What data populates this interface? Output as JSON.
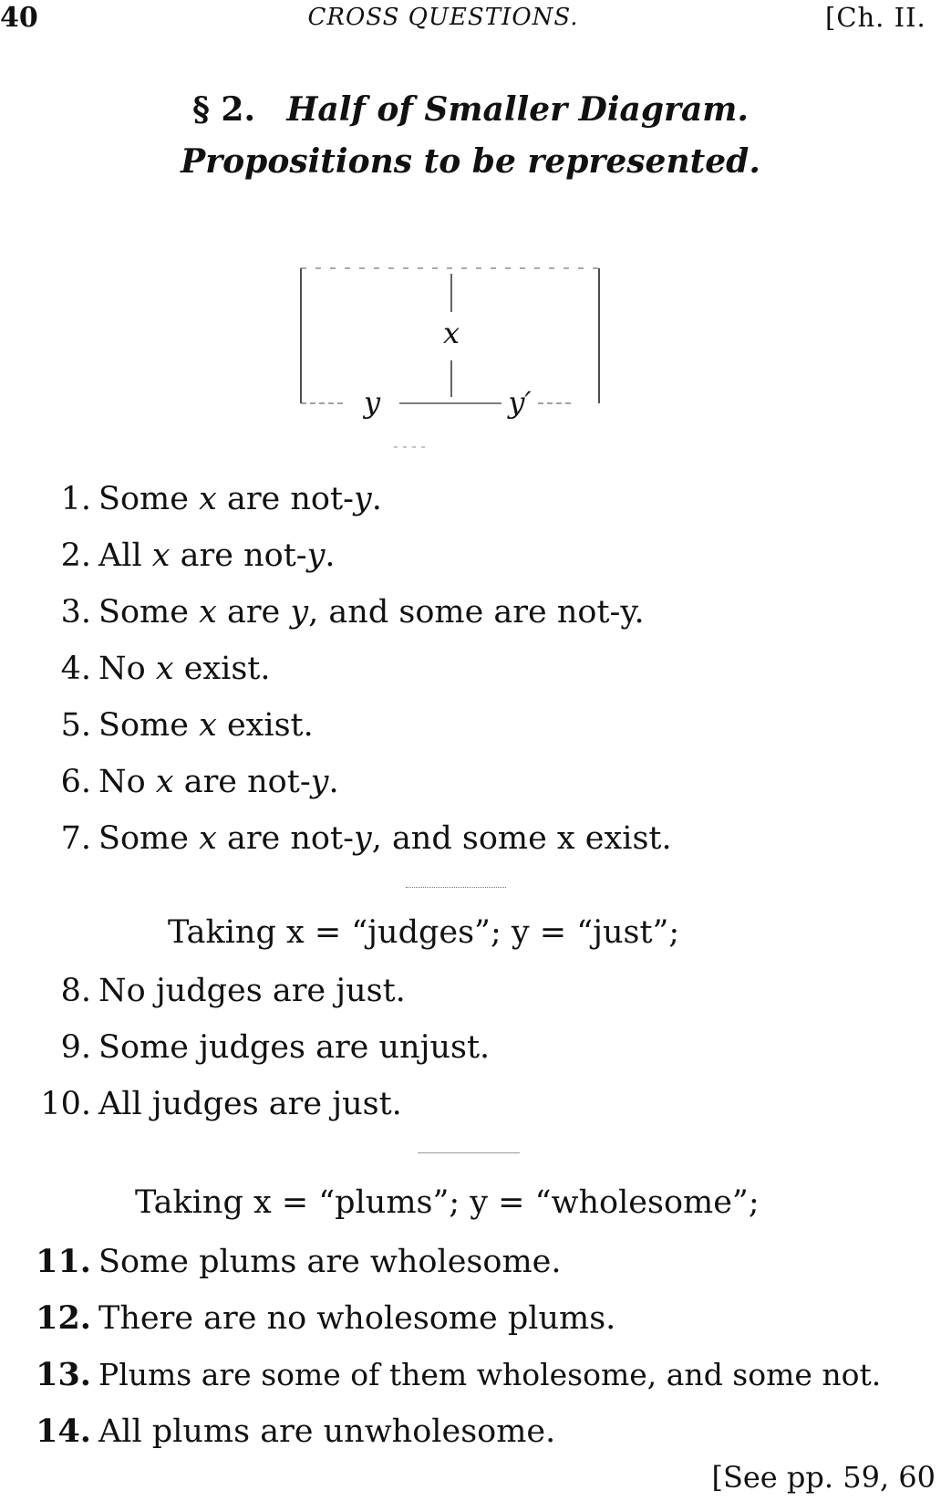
{
  "header": {
    "page_number": "40",
    "running_title": "CROSS QUESTIONS.",
    "chapter": "[Ch. II."
  },
  "section": {
    "mark": "§ 2.",
    "title_line1": "Half of Smaller Diagram.",
    "title_line2": "Propositions to be represented."
  },
  "diagram": {
    "label_x": "x",
    "label_y": "y",
    "label_y_prime": "y′"
  },
  "propositions": [
    {
      "num": "1.",
      "pre": "Some ",
      "var": "x",
      "post": " are not-",
      "var2": "y",
      "end": "."
    },
    {
      "num": "2.",
      "pre": "All ",
      "var": "x",
      "post": " are not-",
      "var2": "y",
      "end": "."
    },
    {
      "num": "3.",
      "pre": "Some ",
      "var": "x",
      "post": " are ",
      "var2": "y",
      "end": ", and some are not-y."
    },
    {
      "num": "4.",
      "pre": "No ",
      "var": "x",
      "post": " exist.",
      "var2": "",
      "end": ""
    },
    {
      "num": "5.",
      "pre": "Some ",
      "var": "x",
      "post": "  exist.",
      "var2": "",
      "end": ""
    },
    {
      "num": "6.",
      "pre": "No ",
      "var": "x",
      "post": " are not-",
      "var2": "y",
      "end": "."
    },
    {
      "num": "7.",
      "pre": "Some ",
      "var": "x",
      "post": " are not-",
      "var2": "y",
      "end": ", and some x exist."
    }
  ],
  "judges": {
    "taking": "Taking x = “judges”; y = “just”;",
    "items": [
      {
        "num": "8.",
        "text": "No judges are just."
      },
      {
        "num": "9.",
        "text": "Some judges are unjust."
      },
      {
        "num": "10.",
        "text": "All judges are just."
      }
    ]
  },
  "plums": {
    "taking": "Taking x = “plums”; y = “wholesome”;",
    "items": [
      {
        "num": "11.",
        "text": "Some plums are wholesome."
      },
      {
        "num": "12.",
        "text": "There are no wholesome plums."
      },
      {
        "num": "13.",
        "text": "Plums are some of them wholesome, and some not."
      },
      {
        "num": "14.",
        "text": "All plums are unwholesome."
      }
    ]
  },
  "footer": {
    "reference": "[See pp. 59, 60"
  }
}
